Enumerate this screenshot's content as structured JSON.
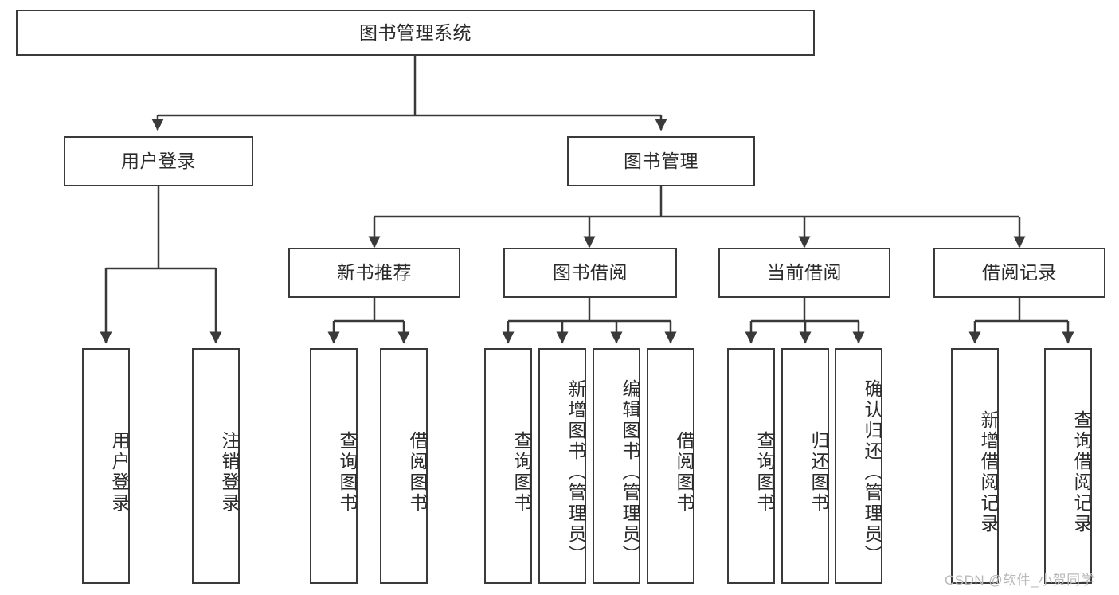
{
  "diagram": {
    "title_text": "图书管理系统",
    "type": "hierarchy-tree",
    "line_color": "#3a3a3a",
    "text_color": "#2b2b2b",
    "background": "#ffffff",
    "root": {
      "id": "root",
      "label": "图书管理系统"
    },
    "level1": [
      {
        "id": "user-login",
        "label": "用户登录"
      },
      {
        "id": "book-manage",
        "label": "图书管理"
      }
    ],
    "level2": [
      {
        "id": "new-book-recommend",
        "label": "新书推荐",
        "parent": "book-manage"
      },
      {
        "id": "book-borrow",
        "label": "图书借阅",
        "parent": "book-manage"
      },
      {
        "id": "current-borrow",
        "label": "当前借阅",
        "parent": "book-manage"
      },
      {
        "id": "borrow-record",
        "label": "借阅记录",
        "parent": "book-manage"
      }
    ],
    "leaves": {
      "user_login": [
        {
          "id": "leaf-user-login",
          "label": "用户登录"
        },
        {
          "id": "leaf-user-logout",
          "label": "注销登录"
        }
      ],
      "new_book_recommend": [
        {
          "id": "leaf-query-book-1",
          "label": "查询图书"
        },
        {
          "id": "leaf-borrow-book-1",
          "label": "借阅图书"
        }
      ],
      "book_borrow": [
        {
          "id": "leaf-query-book-2",
          "label": "查询图书"
        },
        {
          "id": "leaf-add-book",
          "label": "新增图书（管理员）"
        },
        {
          "id": "leaf-edit-book",
          "label": "编辑图书（管理员）"
        },
        {
          "id": "leaf-borrow-book-2",
          "label": "借阅图书"
        }
      ],
      "current_borrow": [
        {
          "id": "leaf-query-book-3",
          "label": "查询图书"
        },
        {
          "id": "leaf-return-book",
          "label": "归还图书"
        },
        {
          "id": "leaf-confirm-return",
          "label": "确认归还（管理员）"
        }
      ],
      "borrow_record": [
        {
          "id": "leaf-add-record",
          "label": "新增借阅记录"
        },
        {
          "id": "leaf-query-record",
          "label": "查询借阅记录"
        }
      ]
    }
  },
  "watermark": {
    "text": "CSDN @软件_小贺同学"
  }
}
